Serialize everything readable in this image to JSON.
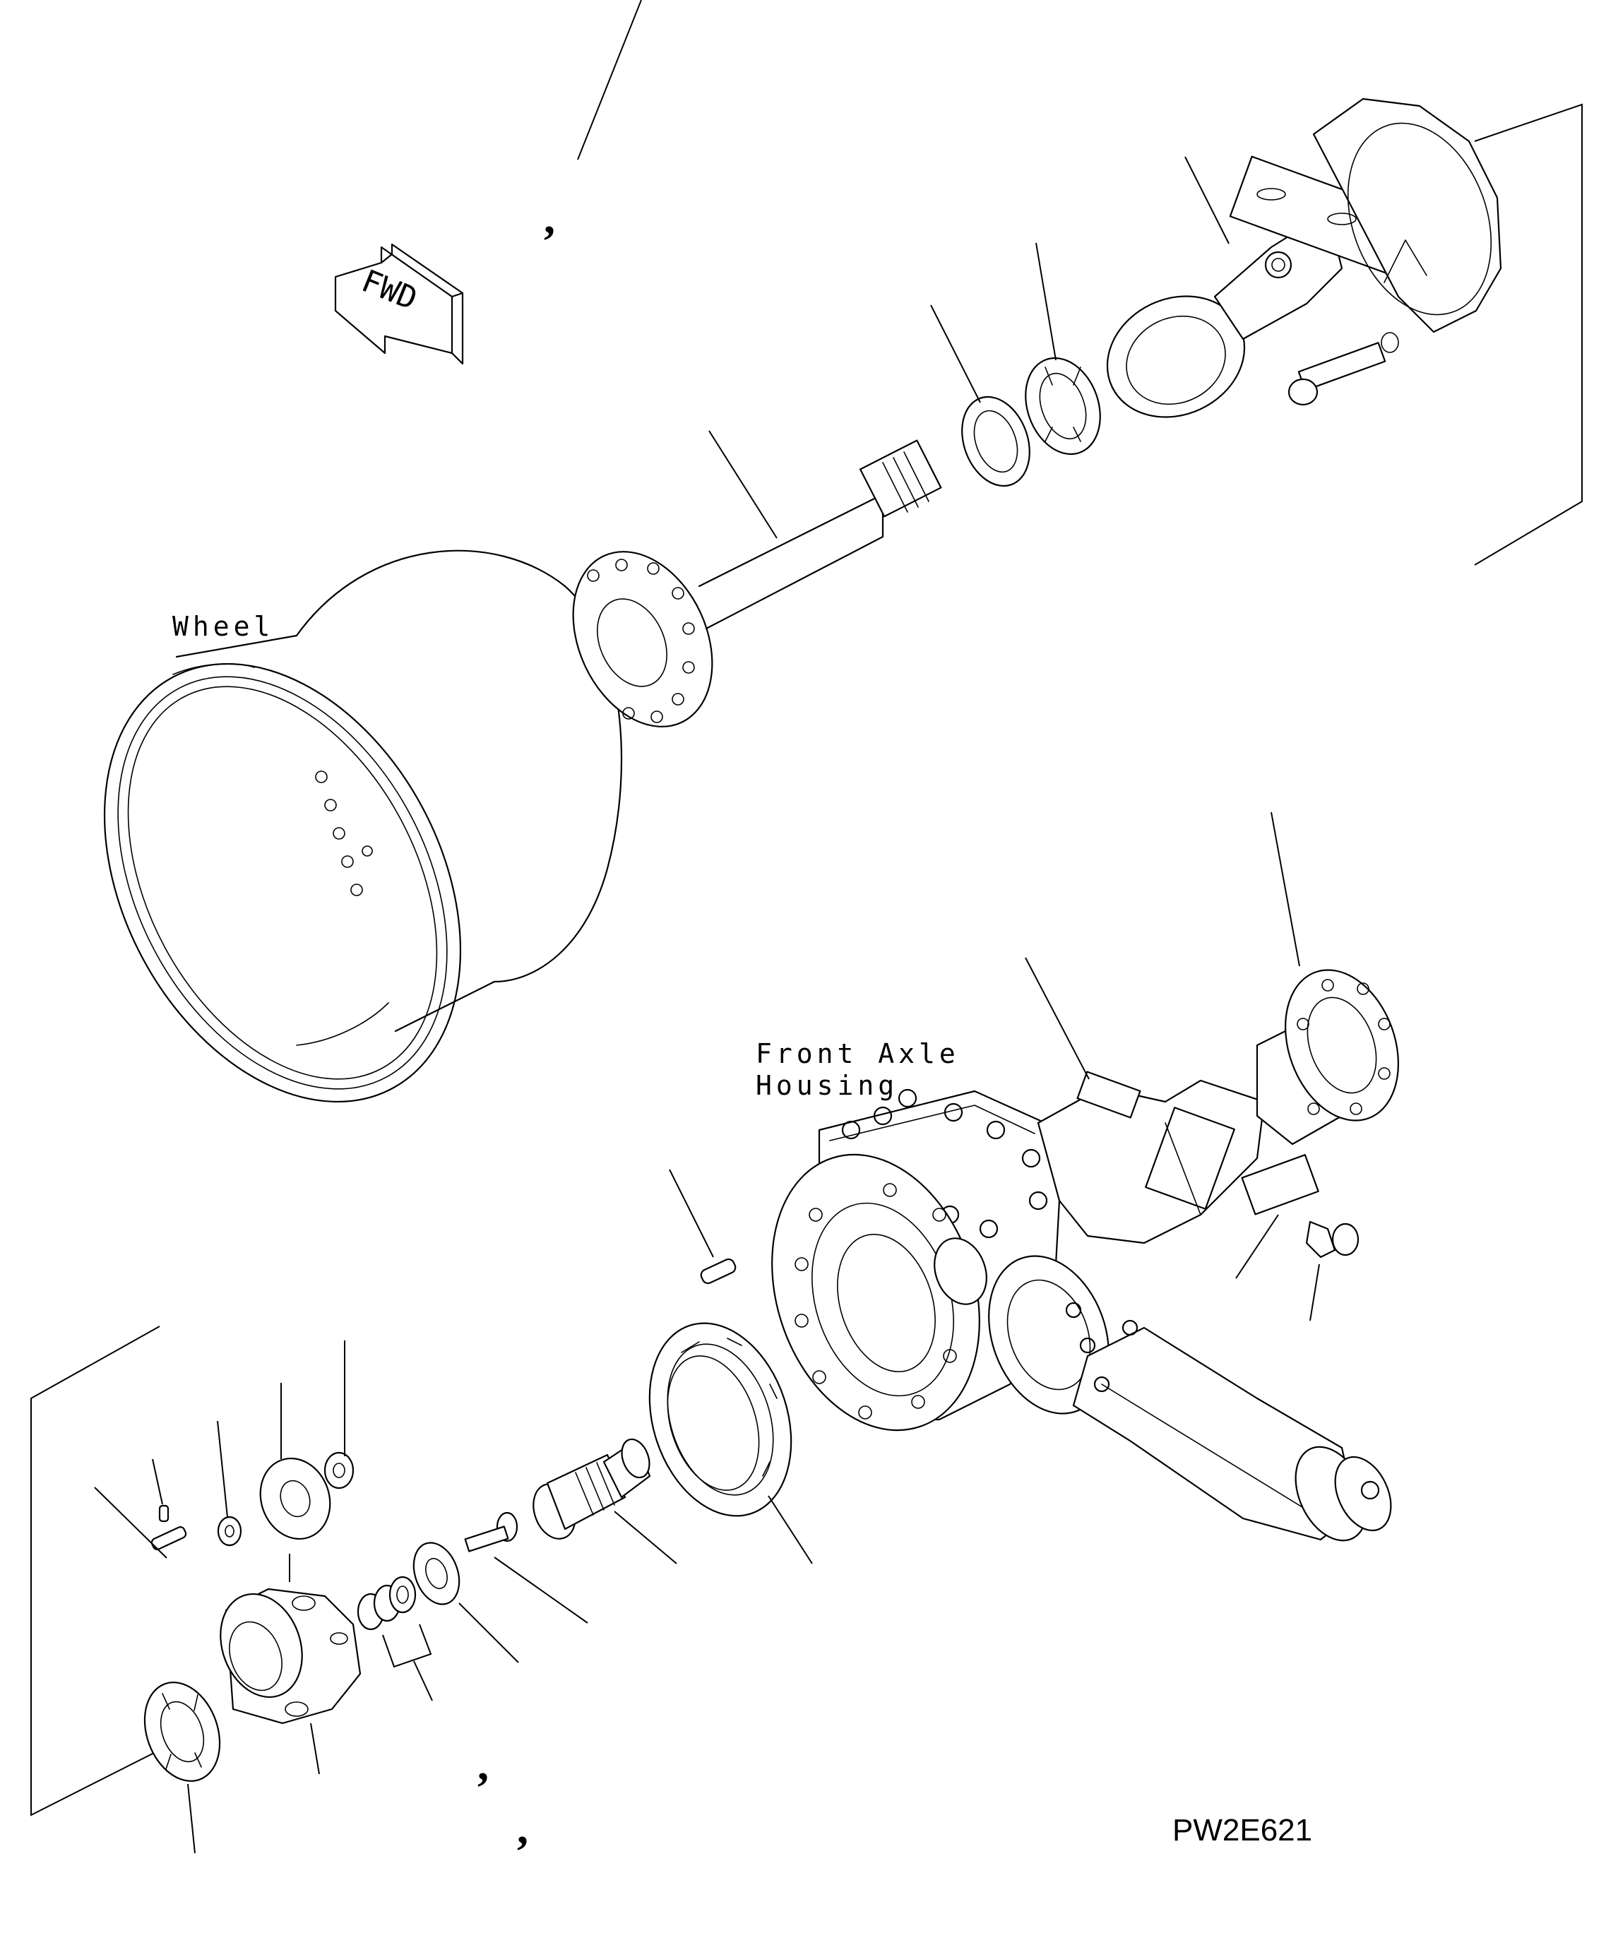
{
  "labels": {
    "wheel": "Wheel",
    "front_axle_line1": "Front Axle",
    "front_axle_line2": "Housing",
    "fwd": "FWD",
    "drawing_code": "PW2E621"
  },
  "marks": {
    "tick_top": ",",
    "tick_bottom_a": ",",
    "tick_bottom_b": ","
  },
  "colors": {
    "line": "#000000",
    "background": "#ffffff"
  }
}
